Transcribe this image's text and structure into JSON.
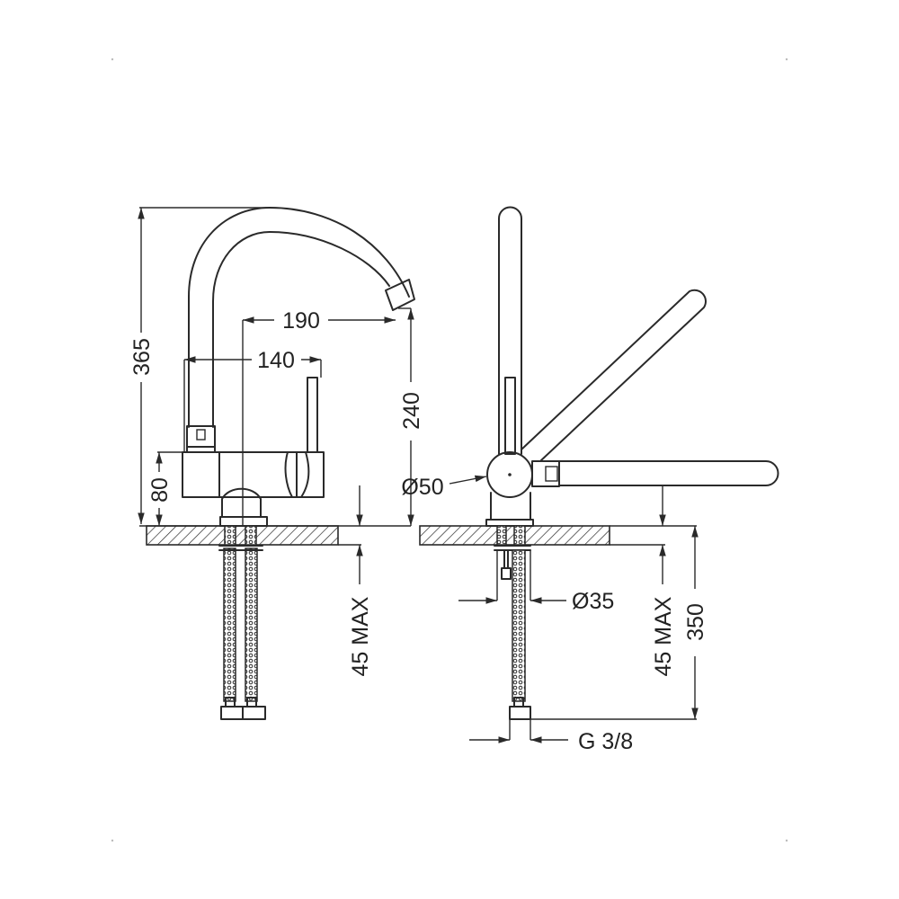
{
  "drawing": {
    "left_view": {
      "dim_total_height": "365",
      "dim_reach": "190",
      "dim_lever_spacing": "140",
      "dim_spout_clearance": "240",
      "dim_body_height": "80",
      "dim_max_thickness": "45 MAX"
    },
    "right_view": {
      "dim_body_diameter": "Ø50",
      "dim_hole_diameter": "Ø35",
      "dim_max_thickness": "45 MAX",
      "dim_hose_length": "350",
      "dim_connection": "G 3/8"
    },
    "line_color": "#2a2a2a"
  }
}
